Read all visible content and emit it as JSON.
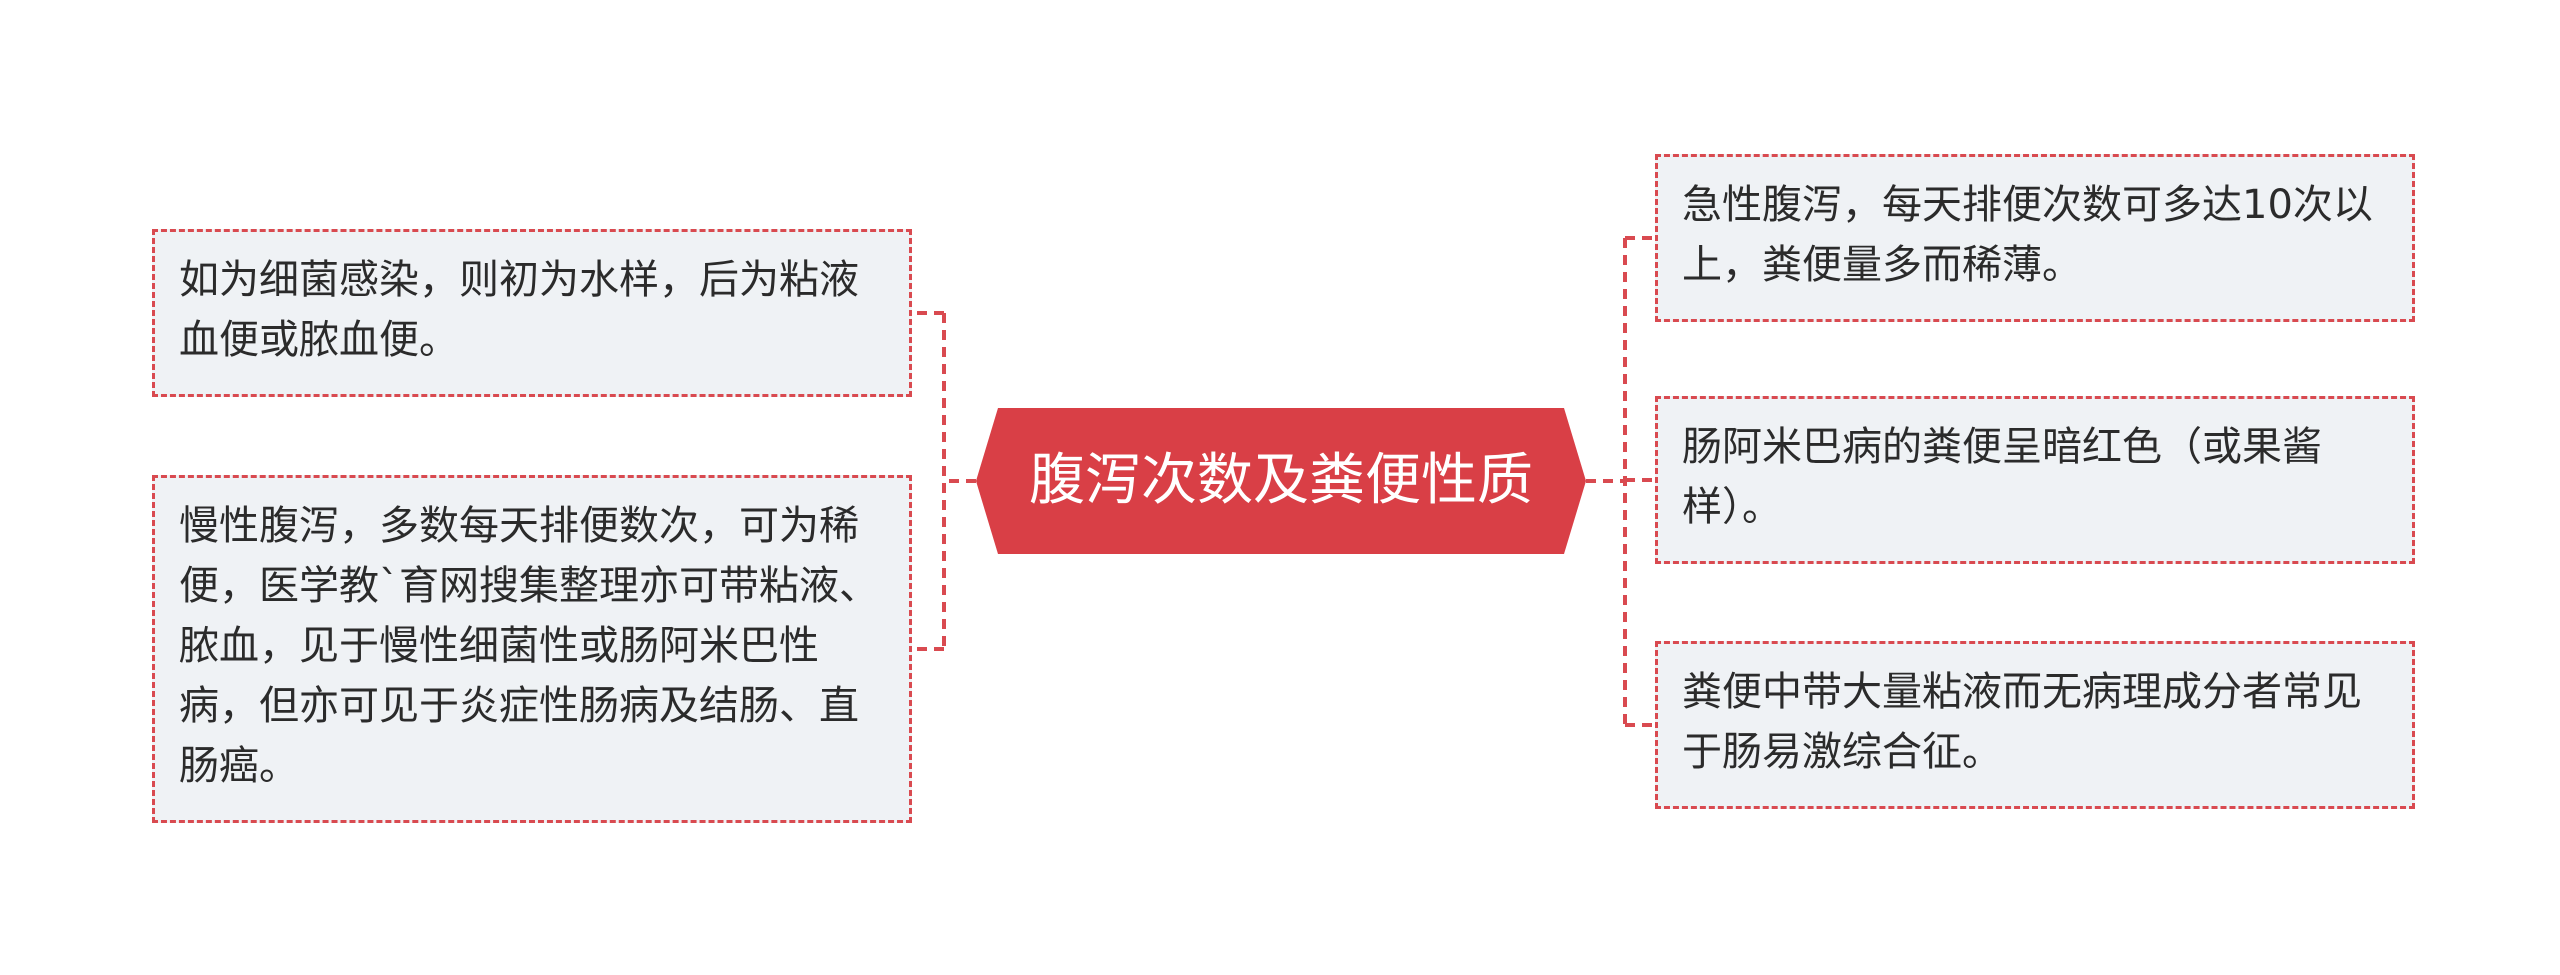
{
  "mindmap": {
    "root": {
      "label": "腹泻次数及粪便性质",
      "color": "#d93f46"
    },
    "line_color": "#d94a50",
    "node_background": "#eff2f5",
    "left": [
      {
        "text": "如为细菌感染，则初为水样，后为粘液血便或脓血便。"
      },
      {
        "text": "慢性腹泻，多数每天排便数次，可为稀便，医学教`育网搜集整理亦可带粘液、脓血，见于慢性细菌性或肠阿米巴性病，但亦可见于炎症性肠病及结肠、直肠癌。"
      }
    ],
    "right": [
      {
        "text": "急性腹泻，每天排便次数可多达10次以上，粪便量多而稀薄。"
      },
      {
        "text": "肠阿米巴病的粪便呈暗红色（或果酱样）。"
      },
      {
        "text": "粪便中带大量粘液而无病理成分者常见于肠易激综合征。"
      }
    ]
  }
}
